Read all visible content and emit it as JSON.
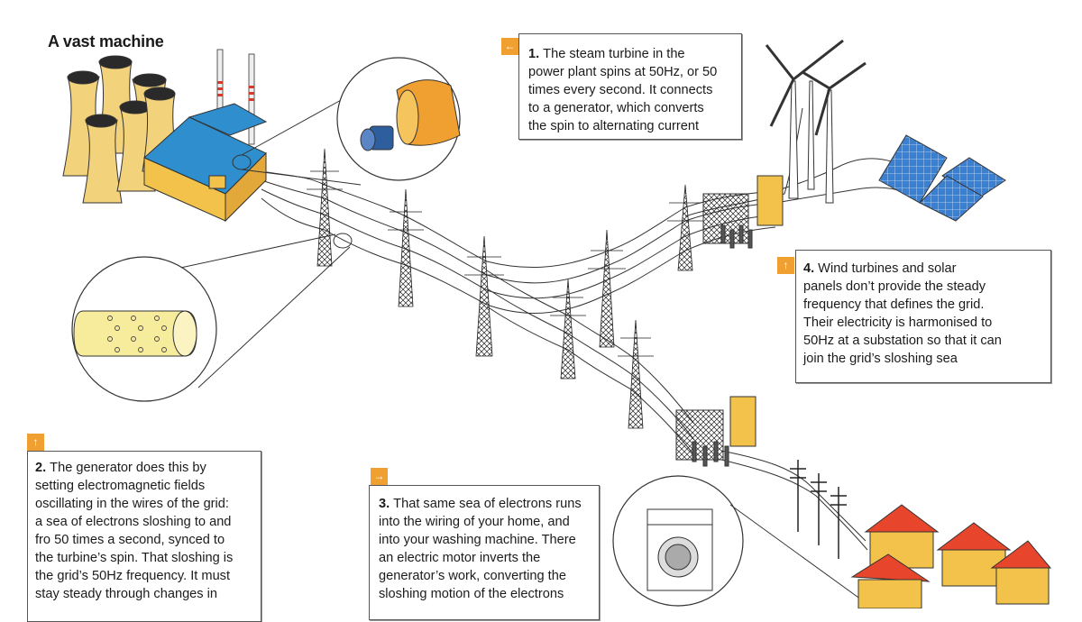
{
  "title": "A vast machine",
  "callouts": {
    "c1": {
      "number": "1.",
      "lines": [
        "The steam turbine in the",
        "power plant spins at 50Hz, or 50",
        "times every second. It connects",
        "to a generator, which converts",
        "the spin to alternating current"
      ],
      "badge_glyph": "←"
    },
    "c2": {
      "number": "2.",
      "lines": [
        "The generator does this by",
        "setting electromagnetic fields",
        "oscillating in the wires of the grid:",
        "a sea of electrons sloshing to and",
        "fro 50 times a second, synced to",
        "the turbine’s spin. That sloshing is",
        "the grid’s 50Hz frequency. It must",
        "stay steady through changes in"
      ],
      "badge_glyph": "↑"
    },
    "c3": {
      "number": "3.",
      "lines": [
        "That same sea of electrons runs",
        "into the wiring of your home, and",
        "into your washing machine. There",
        "an electric motor inverts the",
        "generator’s work, converting the",
        "sloshing motion of the electrons"
      ],
      "badge_glyph": "→"
    },
    "c4": {
      "number": "4.",
      "lines": [
        "Wind turbines and solar",
        "panels don’t provide the steady",
        "frequency that defines the grid.",
        "Their electricity is harmonised to",
        "50Hz at a substation so that it can",
        "join the grid’s sloshing sea"
      ],
      "badge_glyph": "↑"
    }
  },
  "colors": {
    "badge": "#f0a030",
    "tower_fill": "#f2d27a",
    "roof_blue": "#2f8fce",
    "house_roof": "#e8462c",
    "solar": "#3a7fd0",
    "line": "#333333"
  },
  "icons": [
    "cooling-tower-icon",
    "chimney-icon",
    "power-plant-icon",
    "generator-icon",
    "wire-cross-section-icon",
    "pylon-icon",
    "substation-icon",
    "wind-turbine-icon",
    "solar-panel-icon",
    "washing-machine-icon",
    "utility-pole-icon",
    "house-icon"
  ]
}
